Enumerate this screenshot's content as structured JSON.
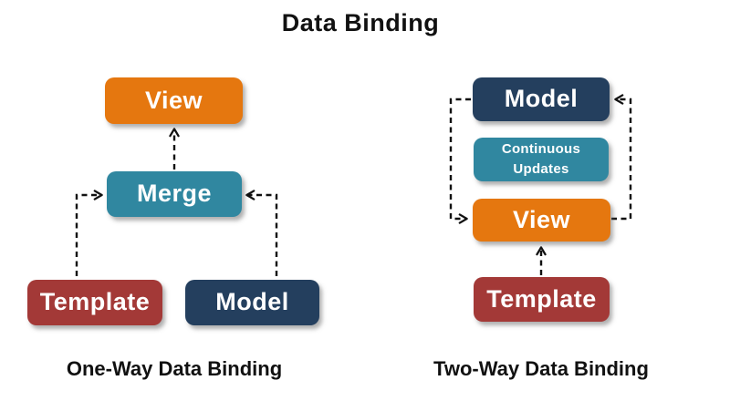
{
  "title": "Data Binding",
  "colors": {
    "orange": "#E5770F",
    "teal": "#3087A0",
    "navy": "#243F5E",
    "red": "#A33937",
    "arrow": "#111111",
    "title": "#111111",
    "box_text": "#FFFFFF"
  },
  "left_diagram": {
    "caption": "One-Way Data Binding",
    "boxes": [
      {
        "id": "view",
        "label": "View",
        "color": "#E5770F"
      },
      {
        "id": "merge",
        "label": "Merge",
        "color": "#3087A0"
      },
      {
        "id": "template",
        "label": "Template",
        "color": "#A33937"
      },
      {
        "id": "model",
        "label": "Model",
        "color": "#243F5E"
      }
    ],
    "connections": [
      {
        "from": "merge",
        "to": "view",
        "style": "dashed"
      },
      {
        "from": "template",
        "to": "merge",
        "style": "dashed"
      },
      {
        "from": "model",
        "to": "merge",
        "style": "dashed"
      }
    ]
  },
  "right_diagram": {
    "caption": "Two-Way Data Binding",
    "boxes": [
      {
        "id": "model",
        "label": "Model",
        "color": "#243F5E"
      },
      {
        "id": "continuous-updates",
        "label": "Continuous Updates",
        "color": "#3087A0"
      },
      {
        "id": "view",
        "label": "View",
        "color": "#E5770F"
      },
      {
        "id": "template",
        "label": "Template",
        "color": "#A33937"
      }
    ],
    "connections": [
      {
        "from": "model",
        "to": "view",
        "style": "dashed",
        "route": "left-side"
      },
      {
        "from": "view",
        "to": "model",
        "style": "dashed",
        "route": "right-side"
      },
      {
        "from": "template",
        "to": "view",
        "style": "dashed",
        "route": "straight"
      }
    ]
  }
}
